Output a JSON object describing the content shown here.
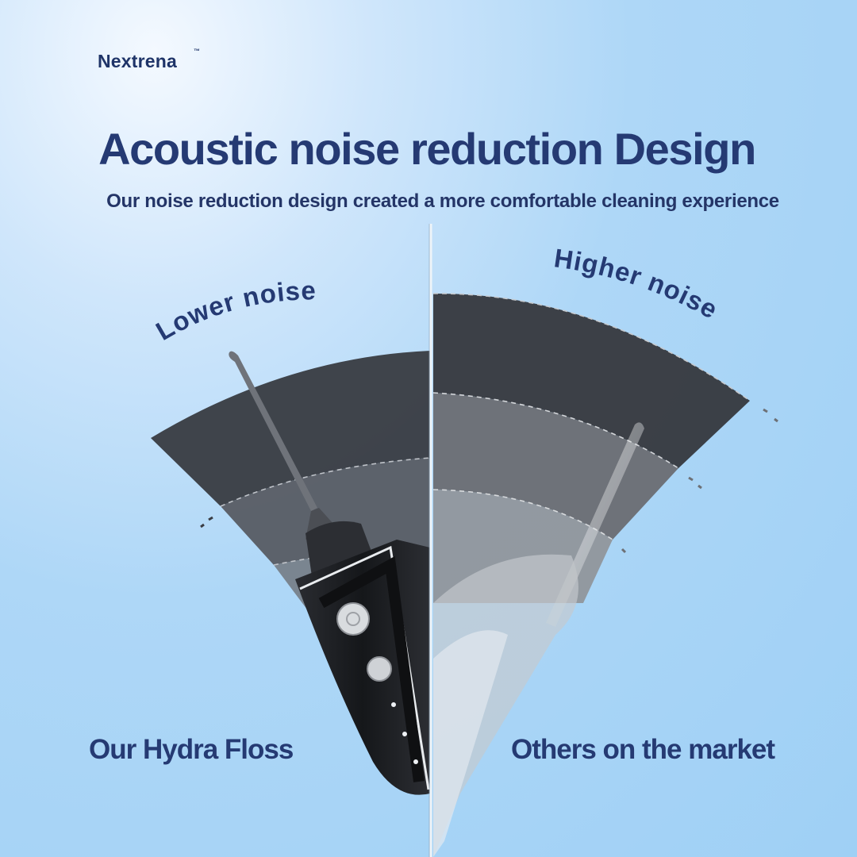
{
  "brand": {
    "name": "Nextrena",
    "trademark": "™"
  },
  "headline": "Acoustic noise reduction Design",
  "subheadline": "Our noise reduction design created a more comfortable cleaning experience",
  "comparison": {
    "left": {
      "noise_label": "Lower noise",
      "product_label": "Our Hydra Floss"
    },
    "right": {
      "noise_label": "Higher noise",
      "product_label": "Others on the market"
    }
  },
  "colors": {
    "title": "#253a73",
    "background": "#a8d5f6",
    "wave_dark": "#3a3d44",
    "wave_mid": "#5f6268",
    "wave_light": "#8f9297"
  }
}
